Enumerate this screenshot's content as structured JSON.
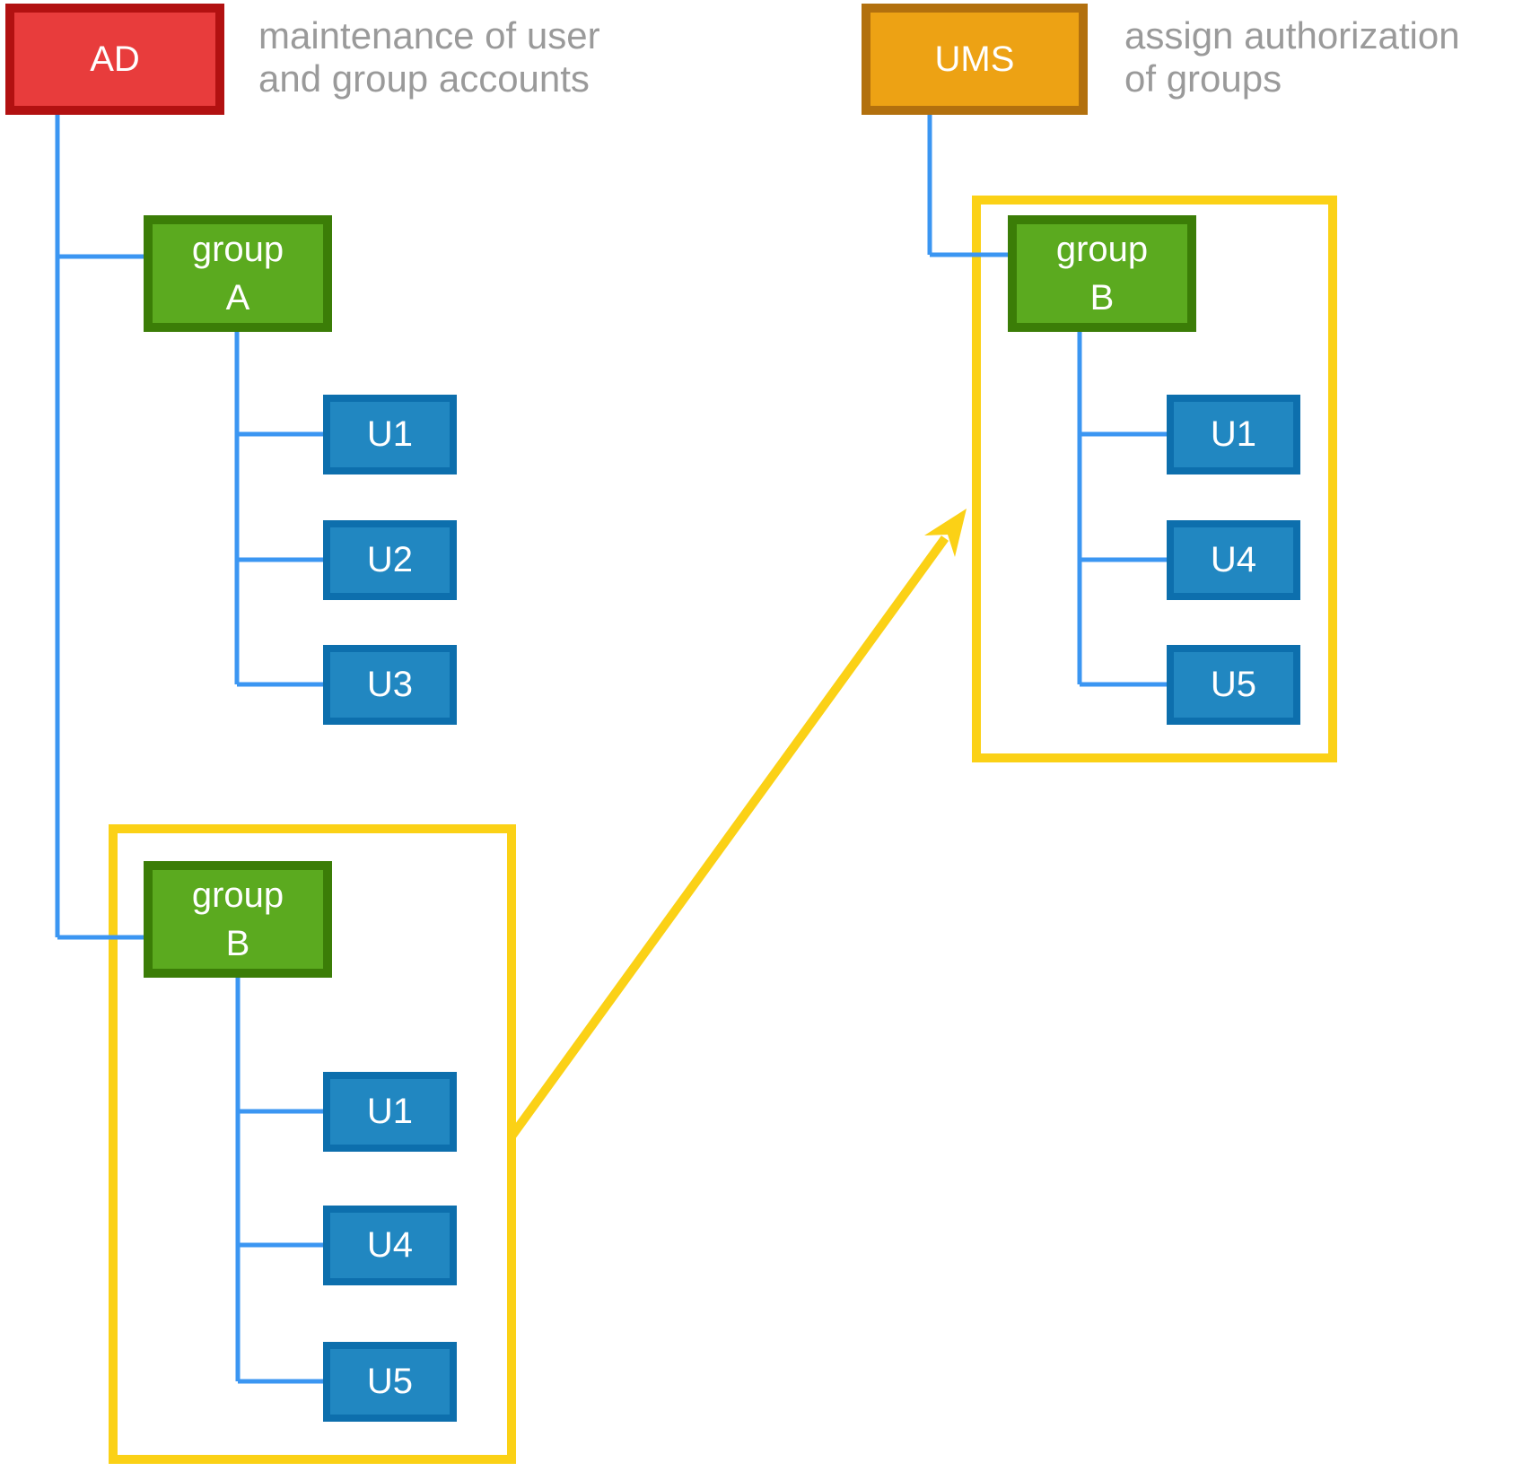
{
  "palette": {
    "ad_fill": "#e83c3c",
    "ad_border": "#b21111",
    "ums_fill": "#eda214",
    "ums_border": "#b2700e",
    "group_fill": "#5baa1f",
    "group_border": "#3b7d07",
    "user_fill": "#2187c1",
    "user_border": "#0d6fad",
    "connector_blue": "#3b96f2",
    "highlight_yellow": "#fbd116",
    "note_gray": "#9a9a9a"
  },
  "ad_tree": {
    "root_label": "AD",
    "note": "maintenance of user\nand group accounts",
    "group_a": {
      "label": "group\nA",
      "users": [
        "U1",
        "U2",
        "U3"
      ]
    },
    "group_b": {
      "label": "group\nB",
      "users": [
        "U1",
        "U4",
        "U5"
      ]
    }
  },
  "ums_tree": {
    "root_label": "UMS",
    "note": "assign authorization\nof groups",
    "group_b": {
      "label": "group\nB",
      "users": [
        "U1",
        "U4",
        "U5"
      ]
    }
  }
}
